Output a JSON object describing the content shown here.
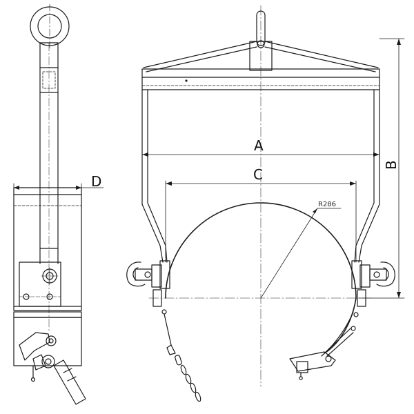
{
  "drawing": {
    "labels": {
      "a": "A",
      "b": "B",
      "c": "C",
      "d": "D",
      "radius": "R286"
    },
    "colors": {
      "line": "#1a1a1a",
      "centerline": "#333333",
      "background": "#ffffff"
    },
    "views": [
      "side-view",
      "front-view"
    ]
  }
}
